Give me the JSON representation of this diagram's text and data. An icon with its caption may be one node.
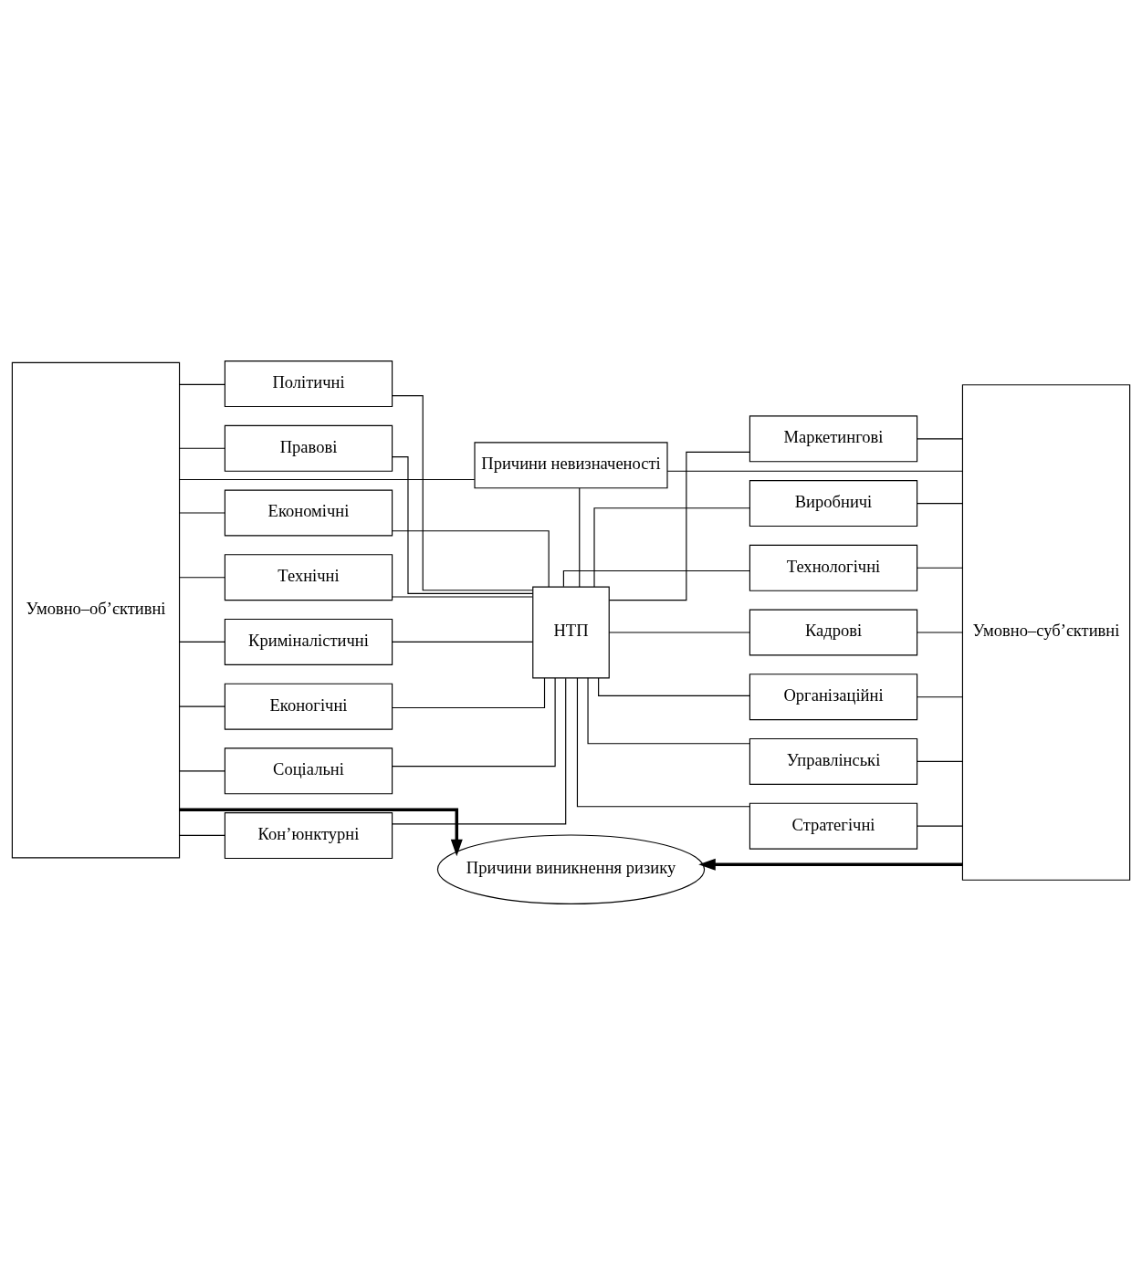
{
  "diagram": {
    "nodes": [
      {
        "text": [
          "Причини невизначеності"
        ]
      },
      {
        "text": [
          "Умовно–об’єктивні"
        ]
      },
      {
        "text": [
          "Політичні"
        ]
      },
      {
        "text": [
          "Правові"
        ]
      },
      {
        "text": [
          "Економічні"
        ]
      },
      {
        "text": [
          "Технічні"
        ]
      },
      {
        "text": [
          "Криміналістичні"
        ]
      },
      {
        "text": [
          "Еконогічні"
        ]
      },
      {
        "text": [
          "Соціальні"
        ]
      },
      {
        "text": [
          "Кон’юнктурні"
        ]
      },
      {
        "text": [
          "НТП"
        ]
      },
      {
        "text": [
          "Маркетингові"
        ]
      },
      {
        "text": [
          "Виробничі"
        ]
      },
      {
        "text": [
          "Технологічні"
        ]
      },
      {
        "text": [
          "Кадрові"
        ]
      },
      {
        "text": [
          "Організаційні"
        ]
      },
      {
        "text": [
          "Управлінські"
        ]
      },
      {
        "text": [
          "Стратегічні"
        ]
      },
      {
        "text": [
          "Умовно–суб’єктивні"
        ]
      },
      {
        "text": [
          "Причини виникнення ризику"
        ]
      }
    ],
    "edges": [
      {
        "from": 0,
        "to": 1,
        "arrow": "none"
      },
      {
        "from": 0,
        "to": 10,
        "arrow": "none"
      },
      {
        "from": 0,
        "to": 18,
        "arrow": "none"
      },
      {
        "from": 1,
        "to": 2,
        "arrow": "none"
      },
      {
        "from": 1,
        "to": 3,
        "arrow": "none"
      },
      {
        "from": 1,
        "to": 4,
        "arrow": "none"
      },
      {
        "from": 1,
        "to": 5,
        "arrow": "none"
      },
      {
        "from": 1,
        "to": 6,
        "arrow": "none"
      },
      {
        "from": 1,
        "to": 7,
        "arrow": "none"
      },
      {
        "from": 1,
        "to": 8,
        "arrow": "none"
      },
      {
        "from": 1,
        "to": 9,
        "arrow": "none"
      },
      {
        "from": 2,
        "to": 10,
        "arrow": "none"
      },
      {
        "from": 3,
        "to": 10,
        "arrow": "none"
      },
      {
        "from": 4,
        "to": 10,
        "arrow": "none"
      },
      {
        "from": 5,
        "to": 10,
        "arrow": "none"
      },
      {
        "from": 6,
        "to": 10,
        "arrow": "none"
      },
      {
        "from": 7,
        "to": 10,
        "arrow": "none"
      },
      {
        "from": 8,
        "to": 10,
        "arrow": "none"
      },
      {
        "from": 9,
        "to": 10,
        "arrow": "none"
      },
      {
        "from": 10,
        "to": 11,
        "arrow": "none"
      },
      {
        "from": 10,
        "to": 12,
        "arrow": "none"
      },
      {
        "from": 10,
        "to": 13,
        "arrow": "none"
      },
      {
        "from": 10,
        "to": 14,
        "arrow": "none"
      },
      {
        "from": 10,
        "to": 15,
        "arrow": "none"
      },
      {
        "from": 10,
        "to": 16,
        "arrow": "none"
      },
      {
        "from": 10,
        "to": 17,
        "arrow": "none"
      },
      {
        "from": 11,
        "to": 18,
        "arrow": "none"
      },
      {
        "from": 12,
        "to": 18,
        "arrow": "none"
      },
      {
        "from": 13,
        "to": 18,
        "arrow": "none"
      },
      {
        "from": 14,
        "to": 18,
        "arrow": "none"
      },
      {
        "from": 15,
        "to": 18,
        "arrow": "none"
      },
      {
        "from": 16,
        "to": 18,
        "arrow": "none"
      },
      {
        "from": 17,
        "to": 18,
        "arrow": "none"
      },
      {
        "from": 1,
        "to": 19,
        "arrow": "to",
        "style": "thick"
      },
      {
        "from": 18,
        "to": 19,
        "arrow": "to",
        "style": "thick"
      }
    ]
  }
}
